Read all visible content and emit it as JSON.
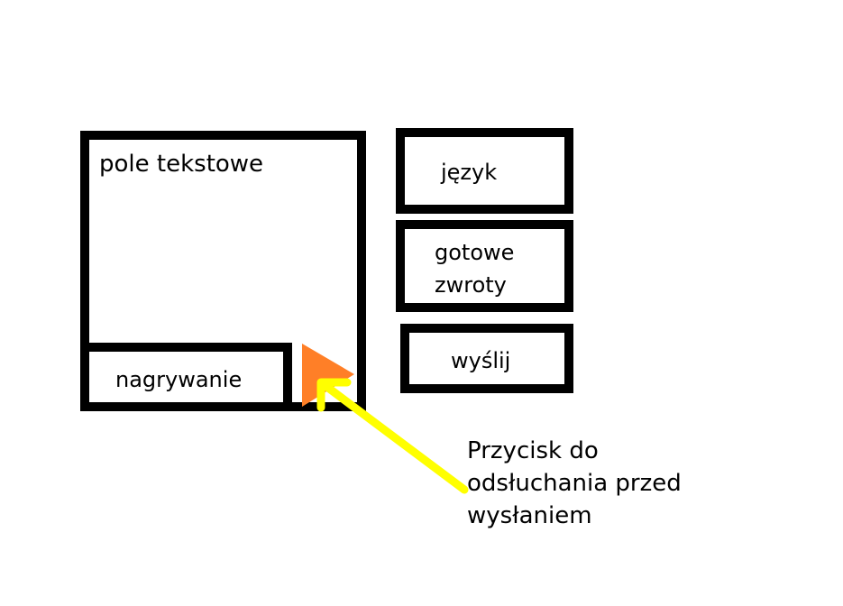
{
  "diagram": {
    "text_field": {
      "label": "pole tekstowe"
    },
    "record": {
      "label": "nagrywanie"
    },
    "language": {
      "label": "język"
    },
    "phrases": {
      "label": "gotowe zwroty"
    },
    "send": {
      "label": "wyślij"
    },
    "play_button": {
      "icon": "play-triangle-icon",
      "color": "#FF7F27"
    },
    "annotation": {
      "text": "Przycisk do odsłuchania przed wysłaniem",
      "arrow_color": "#FFFF00"
    }
  }
}
